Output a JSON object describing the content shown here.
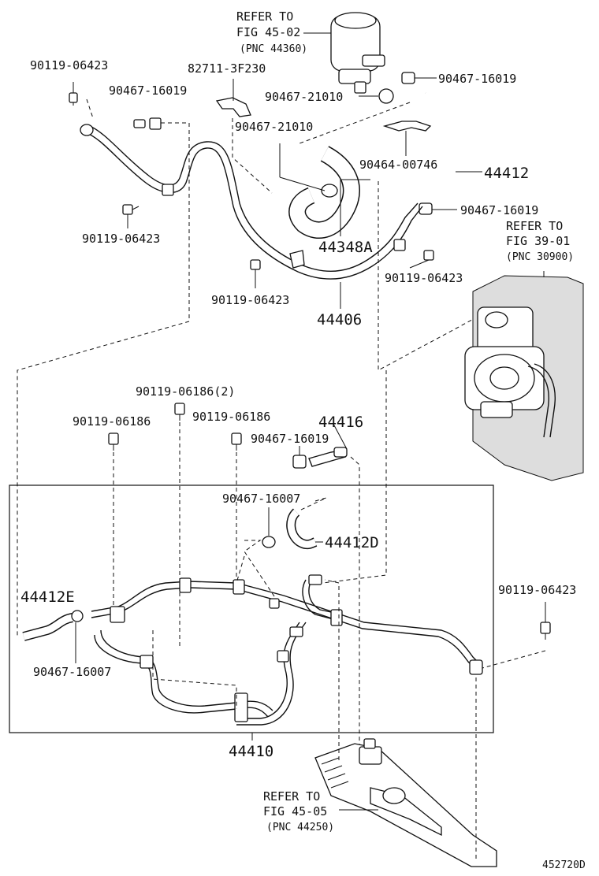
{
  "diagram_id": "452720D",
  "references": [
    {
      "line1": "REFER TO",
      "line2": "FIG 45-02",
      "line3": "(PNC 44360)"
    },
    {
      "line1": "REFER TO",
      "line2": "FIG 39-01",
      "line3": "(PNC 30900)"
    },
    {
      "line1": "REFER TO",
      "line2": "FIG 45-05",
      "line3": "(PNC 44250)"
    }
  ],
  "part_labels": {
    "bolt_tl": "90119-06423",
    "clip_tl": "90467-16019",
    "grom_top": "82711-3F230",
    "clip_res": "90467-16019",
    "clamp_res": "90467-21010",
    "clamp_mid": "90467-21010",
    "clip_r": "90464-00746",
    "hose_44412": "44412",
    "clip_pump": "90467-16019",
    "bolt_left": "90119-06423",
    "hose_44348a": "44348A",
    "bolt_pump": "90119-06423",
    "bolt_mid": "90119-06423",
    "tube_44406": "44406",
    "bolt_2": "90119-06186(2)",
    "bolt_a": "90119-06186",
    "bolt_b": "90119-06186",
    "hose_44416": "44416",
    "clip_44416": "90467-16019",
    "clip_d": "90467-16007",
    "hose_44412d": "44412D",
    "hose_44412e": "44412E",
    "bolt_right": "90119-06423",
    "clip_e": "90467-16007",
    "cooler_44410": "44410"
  }
}
